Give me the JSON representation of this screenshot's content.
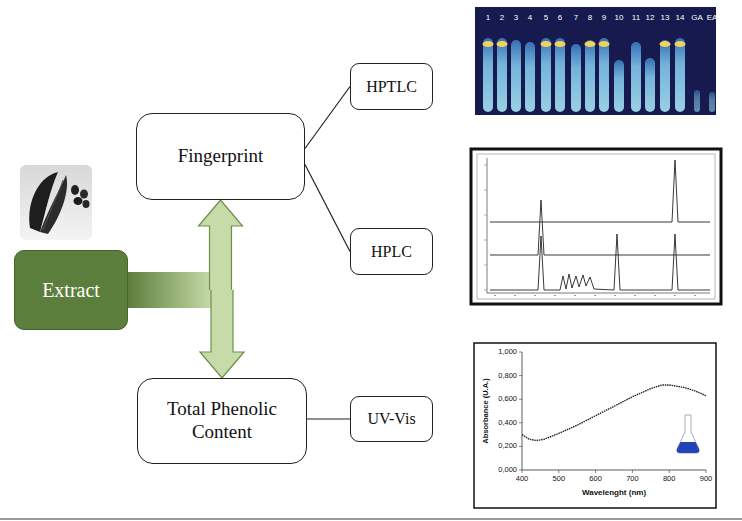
{
  "diagram": {
    "nodes": [
      {
        "text": [
          "Extract"
        ]
      },
      {
        "text": [
          "Fingerprint"
        ]
      },
      {
        "text": [
          "HPTLC"
        ]
      },
      {
        "text": [
          "HPLC"
        ]
      },
      {
        "text": [
          "Total Phenolic Content"
        ]
      },
      {
        "text": [
          "UV-Vis"
        ]
      }
    ],
    "edges": [
      {
        "from": 0,
        "to": 1,
        "arrow": "to"
      },
      {
        "from": 0,
        "to": 4,
        "arrow": "to"
      },
      {
        "from": 1,
        "to": 2,
        "arrow": "none"
      },
      {
        "from": 1,
        "to": 3,
        "arrow": "none"
      },
      {
        "from": 4,
        "to": 5,
        "arrow": "none"
      }
    ],
    "labels": [
      "1",
      "2",
      "3",
      "4",
      "5",
      "6",
      "7",
      "8",
      "9",
      "10",
      "11",
      "12",
      "13",
      "14",
      "GA",
      "EA",
      "1,000",
      "0,800",
      "0,600",
      "0,400",
      "0,200",
      "0,000",
      "400",
      "500",
      "600",
      "700",
      "800",
      "900",
      "Absorbance (U.A.)",
      "Wavelenght (nm)"
    ]
  }
}
